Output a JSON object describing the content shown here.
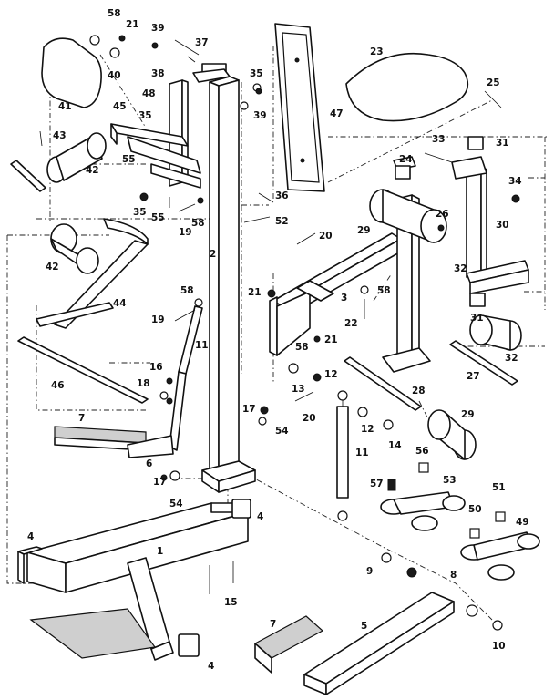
{
  "callouts": [
    {
      "id": "c1",
      "text": "1"
    },
    {
      "id": "c2",
      "text": "2"
    },
    {
      "id": "c3",
      "text": "3"
    },
    {
      "id": "c4a",
      "text": "4"
    },
    {
      "id": "c4b",
      "text": "4"
    },
    {
      "id": "c4c",
      "text": "4"
    },
    {
      "id": "c5",
      "text": "5"
    },
    {
      "id": "c6",
      "text": "6"
    },
    {
      "id": "c7a",
      "text": "7"
    },
    {
      "id": "c7b",
      "text": "7"
    },
    {
      "id": "c8",
      "text": "8"
    },
    {
      "id": "c9",
      "text": "9"
    },
    {
      "id": "c10",
      "text": "10"
    },
    {
      "id": "c11a",
      "text": "11"
    },
    {
      "id": "c11b",
      "text": "11"
    },
    {
      "id": "c12a",
      "text": "12"
    },
    {
      "id": "c12b",
      "text": "12"
    },
    {
      "id": "c13",
      "text": "13"
    },
    {
      "id": "c14",
      "text": "14"
    },
    {
      "id": "c15",
      "text": "15"
    },
    {
      "id": "c16",
      "text": "16"
    },
    {
      "id": "c17a",
      "text": "17"
    },
    {
      "id": "c17b",
      "text": "17"
    },
    {
      "id": "c18",
      "text": "18"
    },
    {
      "id": "c19a",
      "text": "19"
    },
    {
      "id": "c19b",
      "text": "19"
    },
    {
      "id": "c20a",
      "text": "20"
    },
    {
      "id": "c20b",
      "text": "20"
    },
    {
      "id": "c21a",
      "text": "21"
    },
    {
      "id": "c21b",
      "text": "21"
    },
    {
      "id": "c21c",
      "text": "21"
    },
    {
      "id": "c22",
      "text": "22"
    },
    {
      "id": "c23",
      "text": "23"
    },
    {
      "id": "c24",
      "text": "24"
    },
    {
      "id": "c25",
      "text": "25"
    },
    {
      "id": "c26",
      "text": "26"
    },
    {
      "id": "c27",
      "text": "27"
    },
    {
      "id": "c28",
      "text": "28"
    },
    {
      "id": "c29a",
      "text": "29"
    },
    {
      "id": "c29b",
      "text": "29"
    },
    {
      "id": "c30",
      "text": "30"
    },
    {
      "id": "c31a",
      "text": "31"
    },
    {
      "id": "c31b",
      "text": "31"
    },
    {
      "id": "c32a",
      "text": "32"
    },
    {
      "id": "c32b",
      "text": "32"
    },
    {
      "id": "c33",
      "text": "33"
    },
    {
      "id": "c34",
      "text": "34"
    },
    {
      "id": "c35a",
      "text": "35"
    },
    {
      "id": "c35b",
      "text": "35"
    },
    {
      "id": "c35c",
      "text": "35"
    },
    {
      "id": "c36",
      "text": "36"
    },
    {
      "id": "c37",
      "text": "37"
    },
    {
      "id": "c38",
      "text": "38"
    },
    {
      "id": "c39a",
      "text": "39"
    },
    {
      "id": "c39b",
      "text": "39"
    },
    {
      "id": "c40",
      "text": "40"
    },
    {
      "id": "c41",
      "text": "41"
    },
    {
      "id": "c42a",
      "text": "42"
    },
    {
      "id": "c42b",
      "text": "42"
    },
    {
      "id": "c43",
      "text": "43"
    },
    {
      "id": "c44",
      "text": "44"
    },
    {
      "id": "c45",
      "text": "45"
    },
    {
      "id": "c46",
      "text": "46"
    },
    {
      "id": "c47",
      "text": "47"
    },
    {
      "id": "c48",
      "text": "48"
    },
    {
      "id": "c49",
      "text": "49"
    },
    {
      "id": "c50",
      "text": "50"
    },
    {
      "id": "c51",
      "text": "51"
    },
    {
      "id": "c52",
      "text": "52"
    },
    {
      "id": "c53",
      "text": "53"
    },
    {
      "id": "c54a",
      "text": "54"
    },
    {
      "id": "c54b",
      "text": "54"
    },
    {
      "id": "c55a",
      "text": "55"
    },
    {
      "id": "c55b",
      "text": "55"
    },
    {
      "id": "c56",
      "text": "56"
    },
    {
      "id": "c57",
      "text": "57"
    },
    {
      "id": "c58a",
      "text": "58"
    },
    {
      "id": "c58b",
      "text": "58"
    },
    {
      "id": "c58c",
      "text": "58"
    },
    {
      "id": "c58d",
      "text": "58"
    },
    {
      "id": "c58e",
      "text": "58"
    }
  ]
}
